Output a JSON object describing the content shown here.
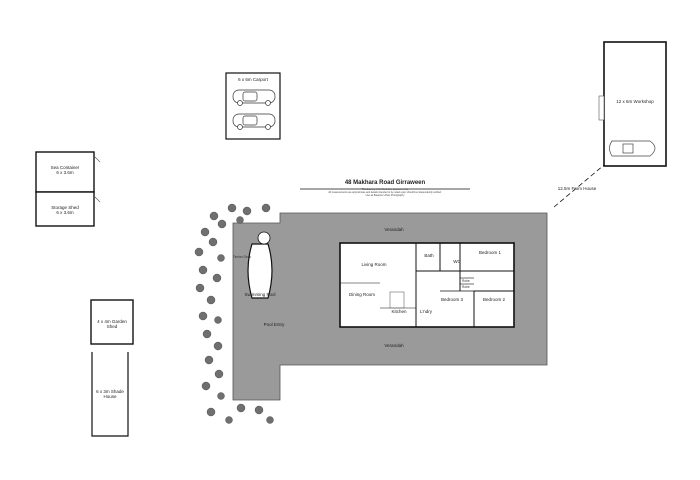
{
  "title": "48 Makhara Road Girraween",
  "disclaimer": [
    "This drawing is for illustrative purposes only.",
    "All measurements are approximate and details intended to be relied upon should be independently verified.",
    "Use as Baseline Urban Photography"
  ],
  "buildings": {
    "carport": "6 x 6m Carport",
    "workshop": "12 x 6m Workshop",
    "workshop_distance": "12.5m From House",
    "sea_container": "Sea Container",
    "sea_container_size": "6 x 3.6m",
    "storage_shed": "Storage Shed",
    "storage_shed_size": "6 x 3.6m",
    "garden_shed": "4 x 4m Garden Shed",
    "shade_house": "6 x 3m Shade House"
  },
  "house": {
    "verandah_top": "Verandah",
    "verandah_bottom": "Verandah",
    "living": "Living Room",
    "dining": "Dining Room",
    "kitchen": "Kitchen",
    "bath": "Bath",
    "bed1": "Bedroom 1",
    "bed2": "Bedroom 2",
    "bed3": "Bedroom 3",
    "wc": "WC",
    "lndry": "L'ndry",
    "robe1": "Robe",
    "robe2": "Robe",
    "pool": "Swimming Pool",
    "pool_entry": "Pool Entry",
    "pool_deck": "Timber Deck"
  },
  "colors": {
    "verandah": "#9a9a9a",
    "room": "#ffffff",
    "wall": "#111111",
    "tree": "#6f6f6f"
  }
}
